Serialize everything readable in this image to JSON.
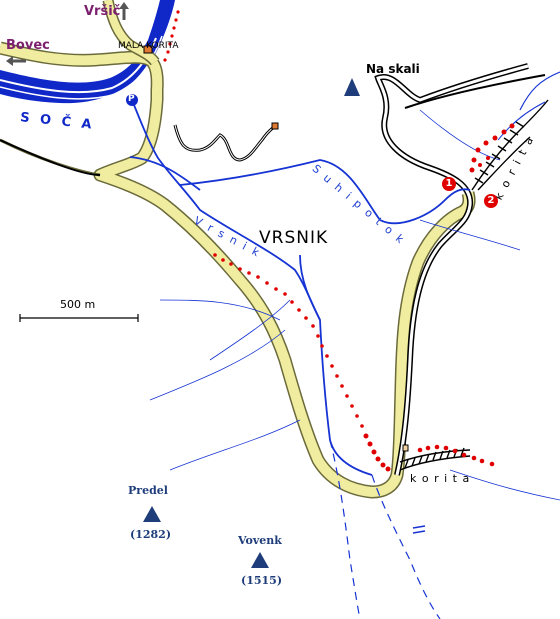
{
  "labels": {
    "vrsic": "Vršič",
    "bovec": "Bovec",
    "mala_korita": "MALA KORITA",
    "soca": "S O Č A",
    "na_skali": "Na skali",
    "vrsnik_area": "VRSNIK",
    "vrsnik_stream": "V r s n i k",
    "suhi_potok": "S u h i   p o t o k",
    "korita_right": "k o r i t a",
    "korita_bottom": "k o r i t a",
    "parking": "P"
  },
  "scale": {
    "label": "500 m"
  },
  "peaks": [
    {
      "name": "Predel",
      "elevation": "(1282)"
    },
    {
      "name": "Vovenk",
      "elevation": "(1515)"
    }
  ],
  "markers": [
    {
      "label": "1"
    },
    {
      "label": "2"
    }
  ],
  "colors": {
    "road_fill": "#f0eca0",
    "road_edge": "#6a6a3a",
    "river": "#1028c8",
    "stream": "#1633d4",
    "path": "#e00000",
    "peak": "#1f3d7a",
    "direction": "#7b1f6e"
  }
}
